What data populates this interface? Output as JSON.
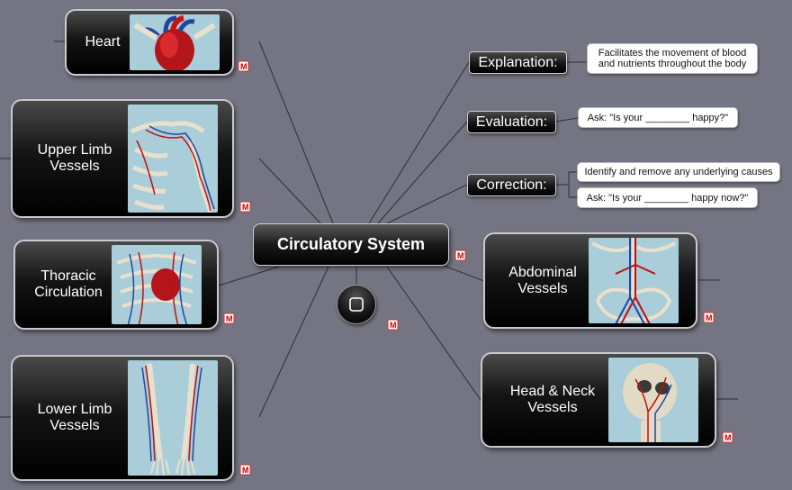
{
  "central_topic": "Circulatory System",
  "central_icon": "stop-square-icon",
  "colors": {
    "background": "#747482",
    "connector": "#2f2f38",
    "node": "#000000"
  },
  "left_topics": [
    {
      "label": "Heart",
      "image": "heart-anatomy-illustration"
    },
    {
      "label": "Upper Limb Vessels",
      "image": "upper-limb-vessels-illustration"
    },
    {
      "label": "Thoracic Circulation",
      "image": "thoracic-circulation-illustration"
    },
    {
      "label": "Lower Limb Vessels",
      "image": "lower-limb-vessels-illustration"
    }
  ],
  "right_topics": [
    {
      "label": "Abdominal Vessels",
      "image": "abdominal-vessels-illustration"
    },
    {
      "label": "Head & Neck Vessels",
      "image": "head-neck-vessels-illustration"
    }
  ],
  "branches": [
    {
      "label": "Explanation:",
      "notes": [
        "Facilitates the movement of blood and nutrients throughout the body"
      ]
    },
    {
      "label": "Evaluation:",
      "notes": [
        "Ask: \"Is your ________ happy?\""
      ]
    },
    {
      "label": "Correction:",
      "notes": [
        "Identify and remove any underlying causes",
        "Ask: \"Is your  ________ happy now?\""
      ]
    }
  ],
  "attachment_icon": "mindmap-attachment-icon"
}
